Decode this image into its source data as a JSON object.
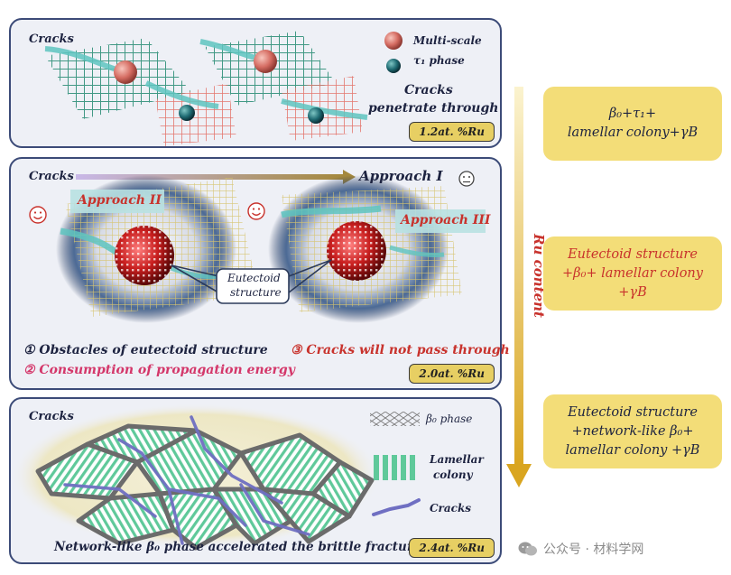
{
  "panel1": {
    "cracks_label": "Cracks",
    "legend_multiscale": "Multi-scale",
    "legend_tau": "τ₁ phase",
    "penetrate_line1": "Cracks",
    "penetrate_line2": "penetrate through",
    "badge": "1.2at. %Ru"
  },
  "panel2": {
    "cracks_label": "Cracks",
    "approach1": "Approach I",
    "approach2": "Approach II",
    "approach3": "Approach III",
    "eutectoid_line1": "Eutectoid",
    "eutectoid_line2": "structure",
    "obstacle": "① Obstacles of eutectoid structure",
    "consumption": "② Consumption of propagation energy",
    "no_pass": "③ Cracks will not pass through",
    "badge": "2.0at. %Ru"
  },
  "panel3": {
    "cracks_label": "Cracks",
    "legend_beta": "β₀ phase",
    "legend_lamellar_1": "Lamellar",
    "legend_lamellar_2": "colony",
    "legend_cracks": "Cracks",
    "caption": "Network-like β₀ phase accelerated the brittle fracture",
    "badge": "2.4at. %Ru"
  },
  "axis_label": "Ru content",
  "side_boxes": [
    {
      "line1": "β₀+τ₁+",
      "line2": "lamellar colony+γB",
      "line3": ""
    },
    {
      "line1": "Eutectoid structure",
      "line2": "+β₀+ lamellar colony",
      "line3": "+γB"
    },
    {
      "line1": "Eutectoid structure",
      "line2": "+network-like β₀+",
      "line3": "lamellar colony +γB"
    }
  ],
  "watermark": "公众号 · 材料学网",
  "colors": {
    "panel_border": "#3c4b78",
    "badge": "#e7cf63",
    "side_box": "#f3dd78",
    "side_text_red": "#c8322c",
    "arrow": "#d9a520"
  }
}
